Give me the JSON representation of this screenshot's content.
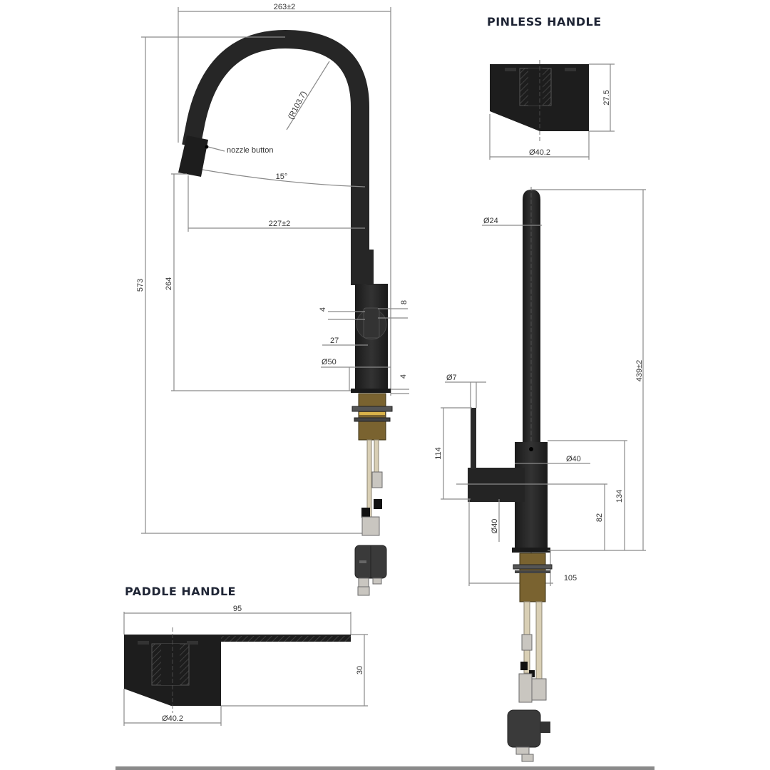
{
  "drawing": {
    "subject": "Pull-out kitchen mixer tap technical drawing",
    "colors": {
      "finish": "#2a2a2a",
      "brass": "#7a6330",
      "hose": "#d9cfb5",
      "dimension_line": "#8a8a8a",
      "title_text": "#1f2535",
      "footer_bar": "#8a8a8a"
    }
  },
  "front_view": {
    "dims": {
      "overall_width": "263±2",
      "arc_radius": "(R103.7)",
      "nozzle_label": "nozzle button",
      "spout_angle": "15°",
      "spout_reach": "227±2",
      "overall_height": "573",
      "spout_height": "264",
      "handle_offset_top": "4",
      "handle_offset_right": "8",
      "handle_width": "27",
      "base_diameter": "Ø50",
      "base_plate": "4"
    }
  },
  "side_view": {
    "dims": {
      "spout_diameter": "Ø24",
      "overall_height": "439±2",
      "lever_diameter": "Ø7",
      "lever_height": "114",
      "body_diameter": "Ø40",
      "body_height": "134",
      "handle_center_height": "82",
      "handle_diameter": "Ø40",
      "handle_reach": "105"
    }
  },
  "pinless_handle": {
    "title": "PINLESS HANDLE",
    "dims": {
      "height": "27.5",
      "diameter": "Ø40.2"
    }
  },
  "paddle_handle": {
    "title": "PADDLE  HANDLE",
    "dims": {
      "length": "95",
      "height": "30",
      "diameter": "Ø40.2"
    }
  }
}
